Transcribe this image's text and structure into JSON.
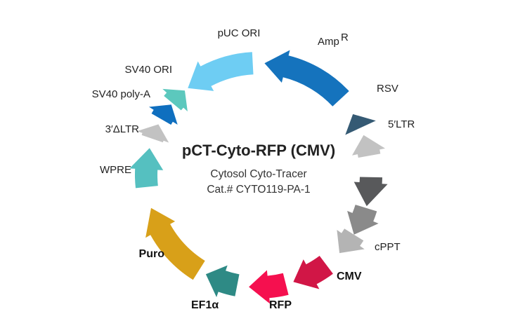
{
  "plasmid": {
    "name": "pCT-Cyto-RFP (CMV)",
    "subtitle": "Cytosol Cyto-Tracer",
    "catalog": "Cat.# CYTO119-PA-1"
  },
  "features": [
    {
      "id": "amp",
      "label": "Amp",
      "sup": "R",
      "color": "#1573bd",
      "bold": false
    },
    {
      "id": "rsv",
      "label": "RSV",
      "color": "#355a74",
      "bold": false
    },
    {
      "id": "ltr5",
      "label": "5′LTR",
      "color": "#c2c2c2",
      "bold": false
    },
    {
      "id": "gag",
      "label": "",
      "color": "#58595b",
      "bold": false
    },
    {
      "id": "rre",
      "label": "",
      "color": "#8a8a8a",
      "bold": false
    },
    {
      "id": "cppt",
      "label": "cPPT",
      "color": "#b4b4b4",
      "bold": false
    },
    {
      "id": "cmv",
      "label": "CMV",
      "color": "#d11646",
      "bold": true
    },
    {
      "id": "rfp",
      "label": "RFP",
      "color": "#f5104f",
      "bold": true
    },
    {
      "id": "ef1a",
      "label": "EF1α",
      "color": "#2e8a85",
      "bold": true
    },
    {
      "id": "puro",
      "label": "Puro",
      "color": "#d8a019",
      "bold": true
    },
    {
      "id": "wpre",
      "label": "WPRE",
      "color": "#55c0c0",
      "bold": false
    },
    {
      "id": "ltr3",
      "label": "3′ΔLTR",
      "color": "#c2c2c2",
      "bold": false
    },
    {
      "id": "sv40pa",
      "label": "SV40 poly-A",
      "color": "#0f6fbf",
      "bold": false
    },
    {
      "id": "sv40ori",
      "label": "SV40 ORI",
      "color": "#5cc8bd",
      "bold": false
    },
    {
      "id": "puc",
      "label": "pUC ORI",
      "color": "#6ecdf3",
      "bold": false
    }
  ]
}
